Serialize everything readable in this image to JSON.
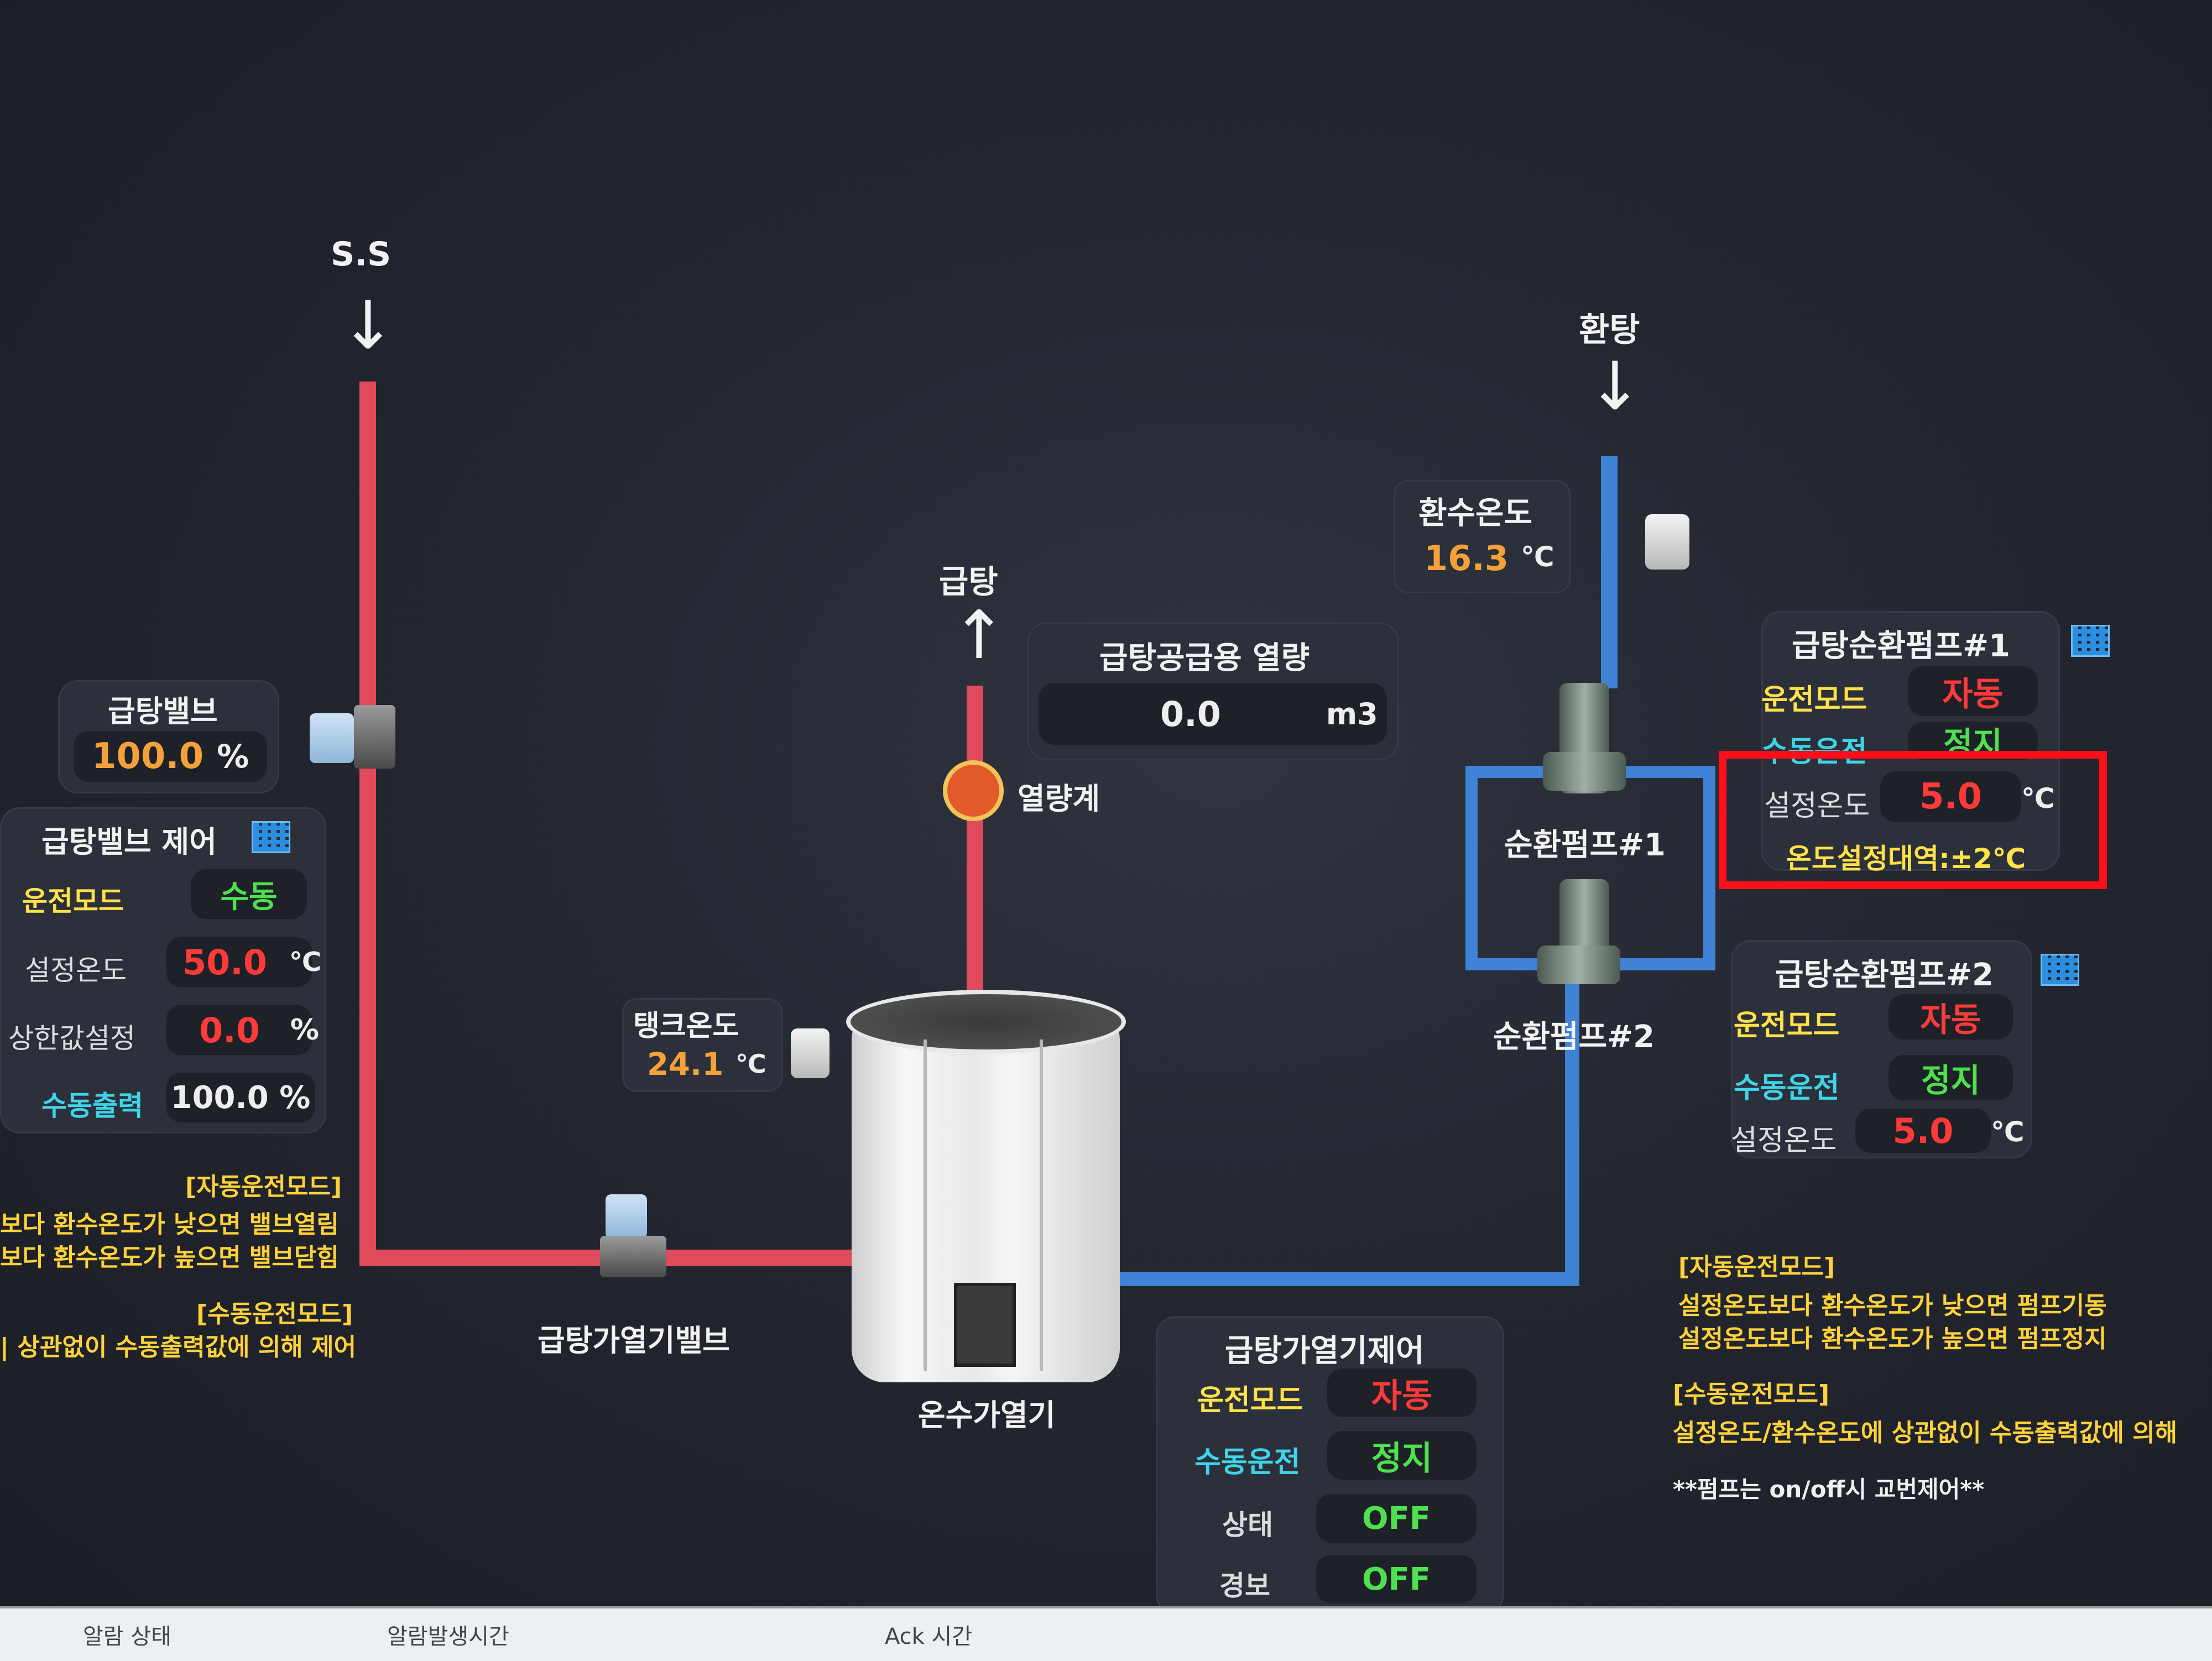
{
  "inlets": {
    "ss_label": "S.S",
    "return_label": "환탕",
    "supply_label": "급탕",
    "down_arrow": "↓",
    "up_arrow": "↑"
  },
  "hot_valve": {
    "title": "급탕밸브",
    "value": "100.0",
    "unit": "%"
  },
  "hot_valve_control": {
    "title": "급탕밸브 제어",
    "rows": [
      {
        "label": "운전모드",
        "value": "수동",
        "unit": ""
      },
      {
        "label": "설정온도",
        "value": "50.0",
        "unit": "℃"
      },
      {
        "label": "상한값설정",
        "value": "0.0",
        "unit": "%"
      },
      {
        "label": "수동출력",
        "value": "100.0 %",
        "unit": ""
      }
    ]
  },
  "left_notes": {
    "auto_title": "[자동운전모드]",
    "auto_line1": "보다 환수온도가 낮으면 밸브열림",
    "auto_line2": "보다 환수온도가 높으면 밸브닫힘",
    "manual_title": "[수동운전모드]",
    "manual_line1": "| 상관없이 수동출력값에 의해 제어"
  },
  "heat_meter": {
    "title": "급탕공급용 열량",
    "value": "0.0",
    "unit": "m3",
    "label": "열량계"
  },
  "tank_temp": {
    "title": "탱크온도",
    "value": "24.1",
    "unit": "℃"
  },
  "heater": {
    "label": "온수가열기",
    "valve_label": "급탕가열기밸브"
  },
  "return_temp": {
    "title": "환수온도",
    "value": "16.3",
    "unit": "℃"
  },
  "pumps": {
    "pump1_label": "순환펌프#1",
    "pump2_label": "순환펌프#2"
  },
  "circ_pump1": {
    "title": "급탕순환펌프#1",
    "mode_label": "운전모드",
    "mode_value": "자동",
    "manual_label": "수동운전",
    "manual_value": "정지",
    "set_label": "설정온도",
    "set_value": "5.0",
    "set_unit": "℃",
    "note": "온도설정대역:±2℃"
  },
  "circ_pump2": {
    "title": "급탕순환펌프#2",
    "mode_label": "운전모드",
    "mode_value": "자동",
    "manual_label": "수동운전",
    "manual_value": "정지",
    "set_label": "설정온도",
    "set_value": "5.0",
    "set_unit": "℃"
  },
  "heater_control": {
    "title": "급탕가열기제어",
    "rows": [
      {
        "label": "운전모드",
        "value": "자동"
      },
      {
        "label": "수동운전",
        "value": "정지"
      },
      {
        "label": "상태",
        "value": "OFF"
      },
      {
        "label": "경보",
        "value": "OFF"
      }
    ]
  },
  "right_notes": {
    "auto_title": "[자동운전모드]",
    "auto_line1": "설정온도보다 환수온도가 낮으면 펌프기동",
    "auto_line2": "설정온도보다 환수온도가 높으면 펌프정지",
    "manual_title": "[수동운전모드]",
    "manual_line1": "설정온도/환수온도에 상관없이 수동출력값에 의해",
    "pump_note": "**펌프는 on/off시 교번제어**"
  },
  "alarm_bar": {
    "col1": "알람 상태",
    "col2": "알람발생시간",
    "col3": "Ack 시간"
  },
  "colors": {
    "supply_pipe": "#e04a5a",
    "return_pipe": "#3f82d6",
    "highlight": "#ff0f1a"
  }
}
